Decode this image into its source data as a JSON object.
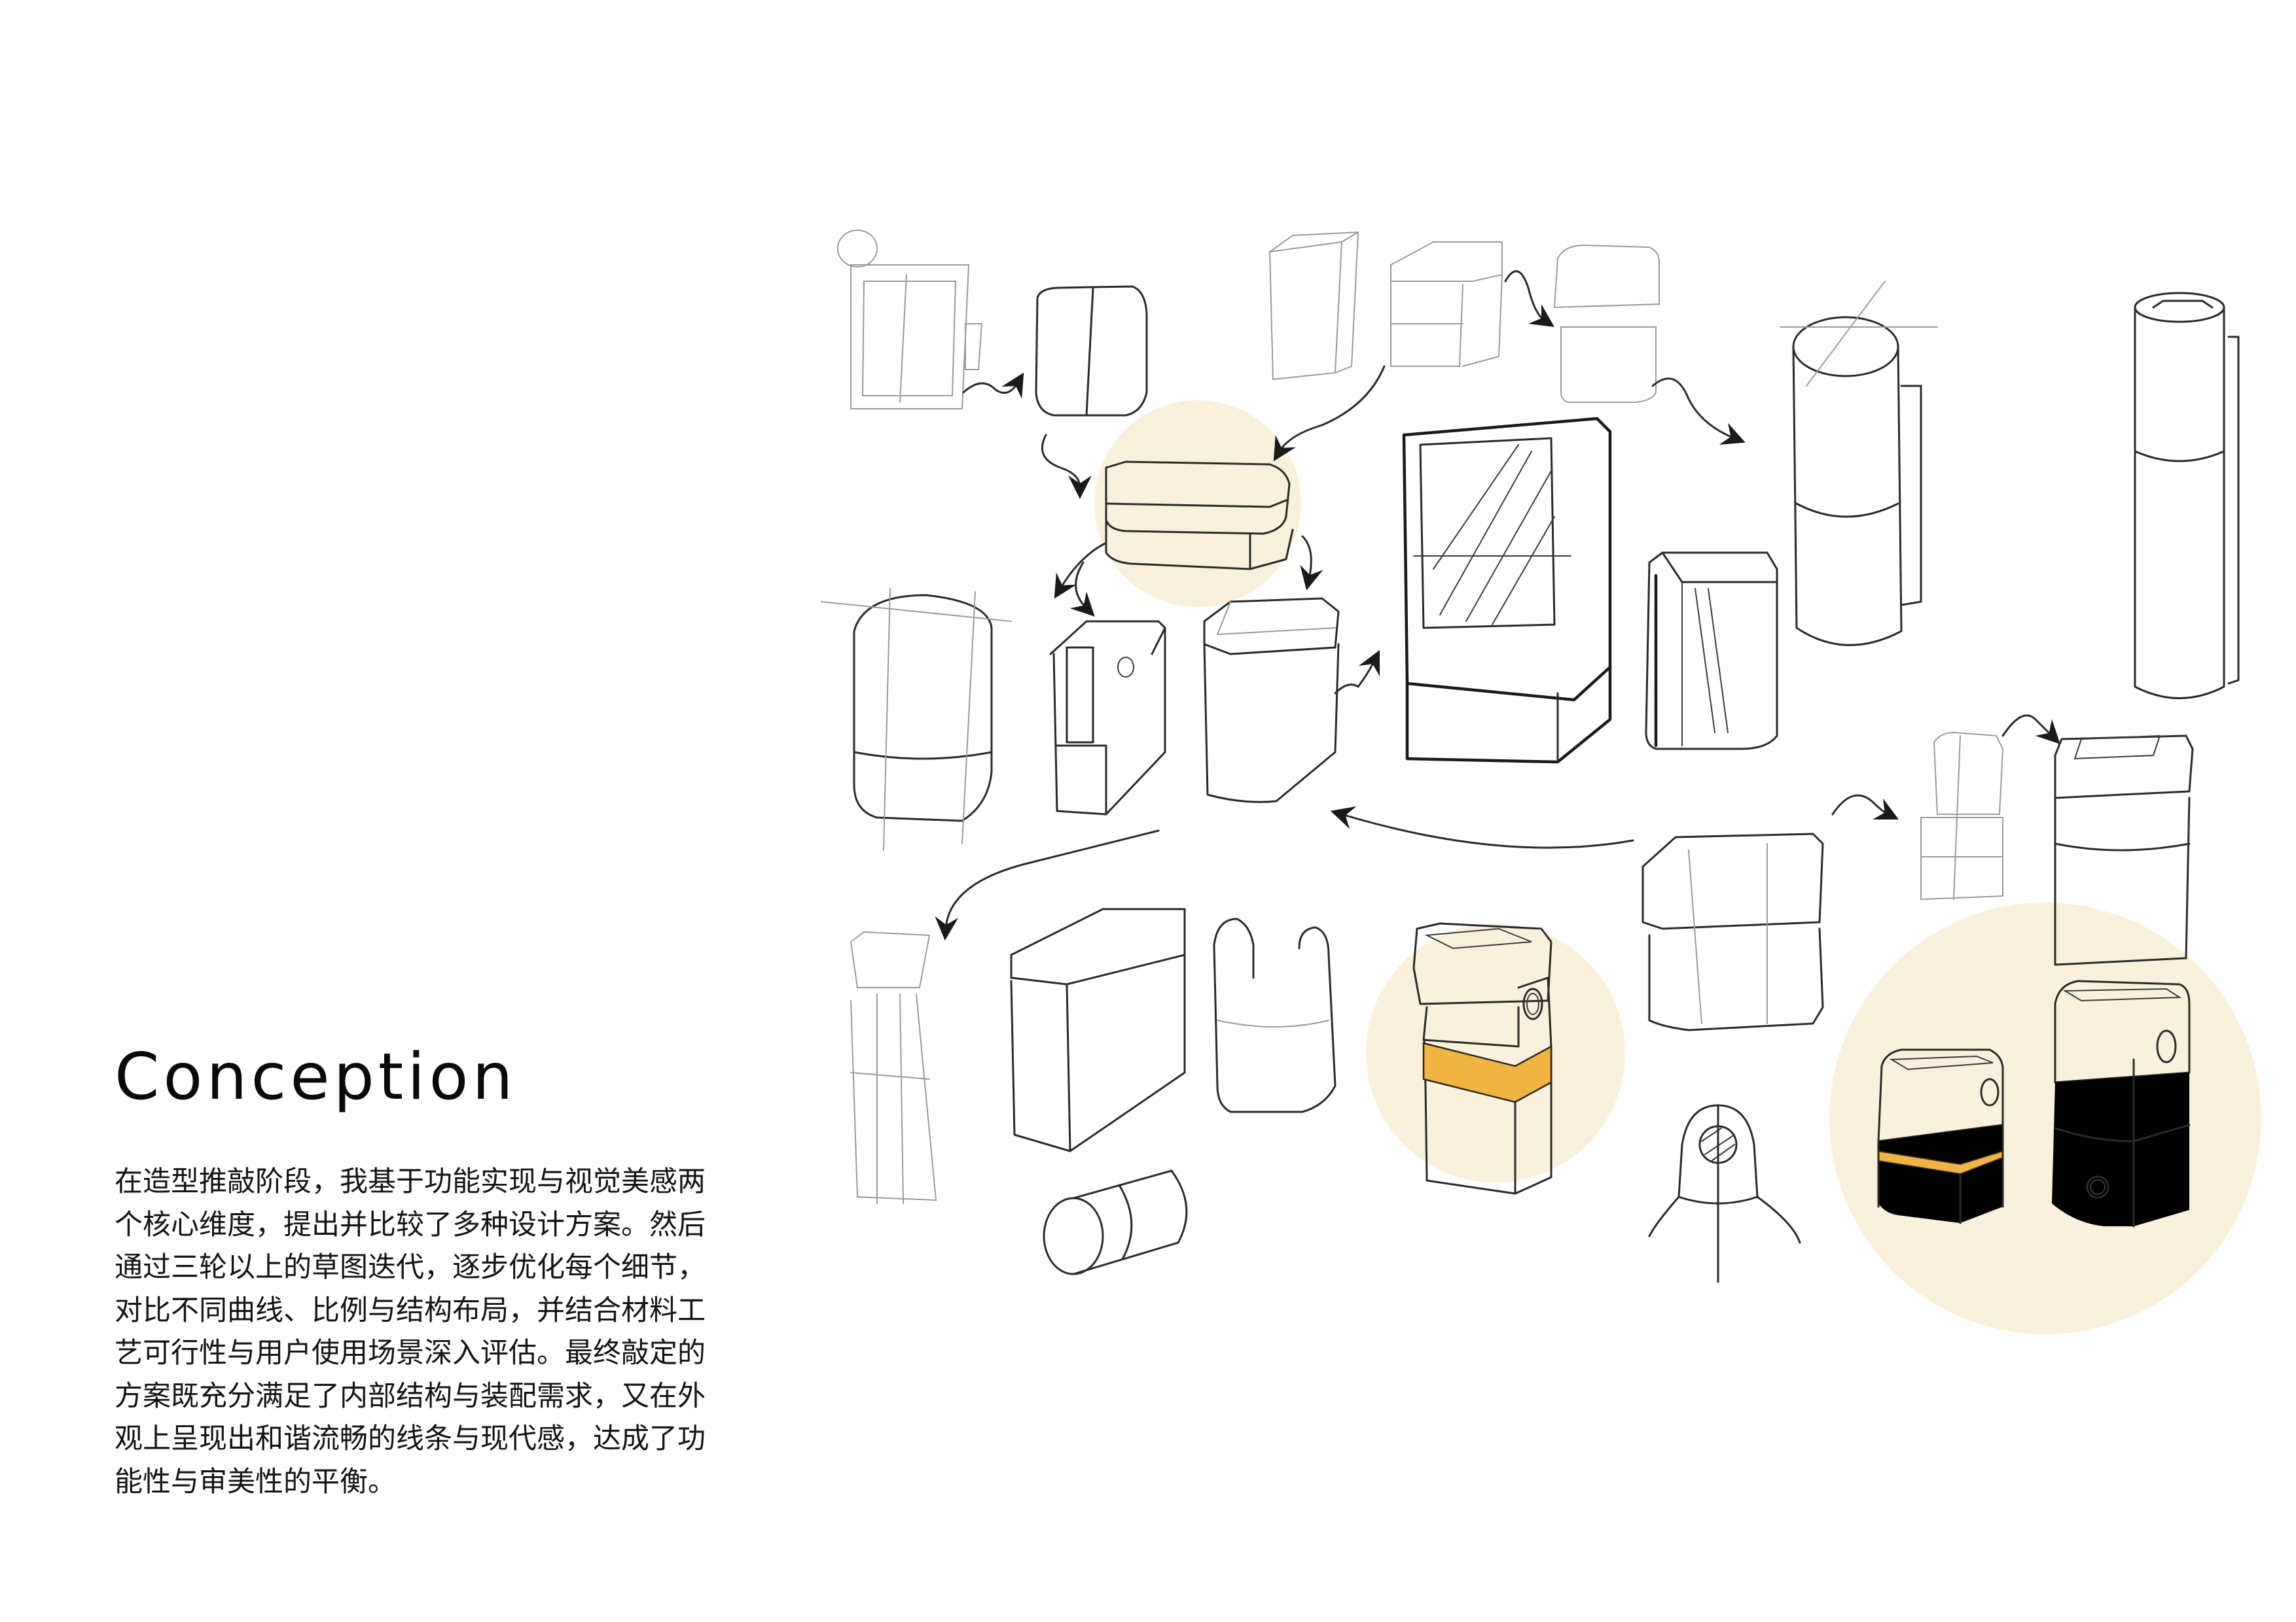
{
  "page": {
    "title": "Conception",
    "body_lines": [
      "在造型推敲阶段，我基于功能实现与视觉美感两",
      "个核心维度，提出并比较了多种设计方案。然后",
      "通过三轮以上的草图迭代，逐步优化每个细节，",
      "对比不同曲线、比例与结构布局，并结合材料工",
      "艺可行性与用户使用场景深入评估。最终敲定的",
      "方案既充分满足了内部结构与装配需求，又在外",
      "观上呈现出和谐流畅的线条与现代感，达成了功",
      "能性与审美性的平衡。"
    ]
  },
  "colors": {
    "highlight_circle": "#FAF1DC",
    "accent_band": "#F0B443",
    "sketch_line": "#2A2A2A",
    "text": "#141414"
  },
  "sketches": {
    "description": "Product concept sketches with iteration arrows",
    "highlighted_concepts": [
      "stacked-rounded-box",
      "final-device-orange-band",
      "final-device-pair"
    ]
  }
}
